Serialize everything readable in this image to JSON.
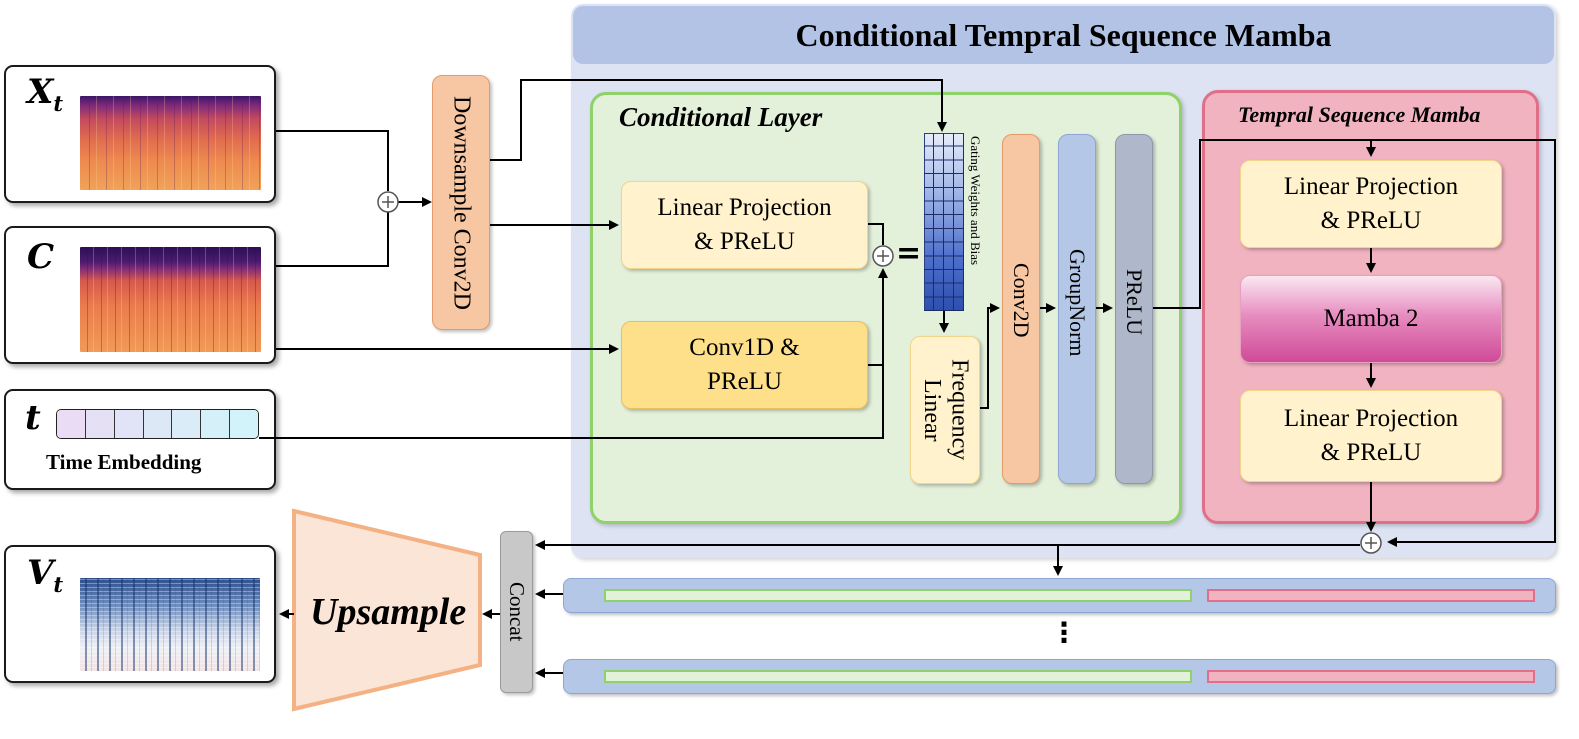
{
  "labels": {
    "xt": "X",
    "xt_sub": "t",
    "c": "C",
    "t": "t",
    "vt": "V",
    "vt_sub": "t",
    "time_embedding": "Time Embedding",
    "downsample": "Downsample Conv2D",
    "main_title": "Conditional Tempral Sequence Mamba",
    "conditional_layer": "Conditional Layer",
    "tsm_title": "Tempral Sequence Mamba",
    "linear_proj_1": "Linear Projection",
    "linear_proj_2": "& PReLU",
    "conv1d_1": "Conv1D &",
    "conv1d_2": "PReLU",
    "equals": "=",
    "gating": "Gating Weights and Bias",
    "freq_linear": "Frequency Linear",
    "conv2d": "Conv2D",
    "groupnorm": "GroupNorm",
    "prelu": "PReLU",
    "tsm_lp_top_1": "Linear Projection",
    "tsm_lp_top_2": "& PReLU",
    "mamba2": "Mamba 2",
    "tsm_lp_bot_1": "Linear Projection",
    "tsm_lp_bot_2": "& PReLU",
    "concat": "Concat",
    "upsample": "Upsample",
    "dots": "⋮",
    "plus": "+"
  },
  "colors": {
    "outer_panel": "#dde3f3",
    "title_bar": "#b3c3e6",
    "cond_layer_bg": "#e3f0da",
    "cond_layer_border": "#8fd16a",
    "tsm_bg": "#f1b3c0",
    "tsm_border": "#e0708a",
    "lp_box": "#fff2cc",
    "lp_border": "#f2d58a",
    "conv1d_box": "#ffe08a",
    "orange_box": "#f7c7a3",
    "blue_box": "#b4c7e7",
    "gray_box": "#aeb8ca",
    "mamba_top": "#f8d6e8",
    "mamba_bottom": "#d24a9a",
    "concat_box": "#c8c8c8",
    "upsample_fill": "#fbe5d6",
    "upsample_border": "#f4b183"
  }
}
